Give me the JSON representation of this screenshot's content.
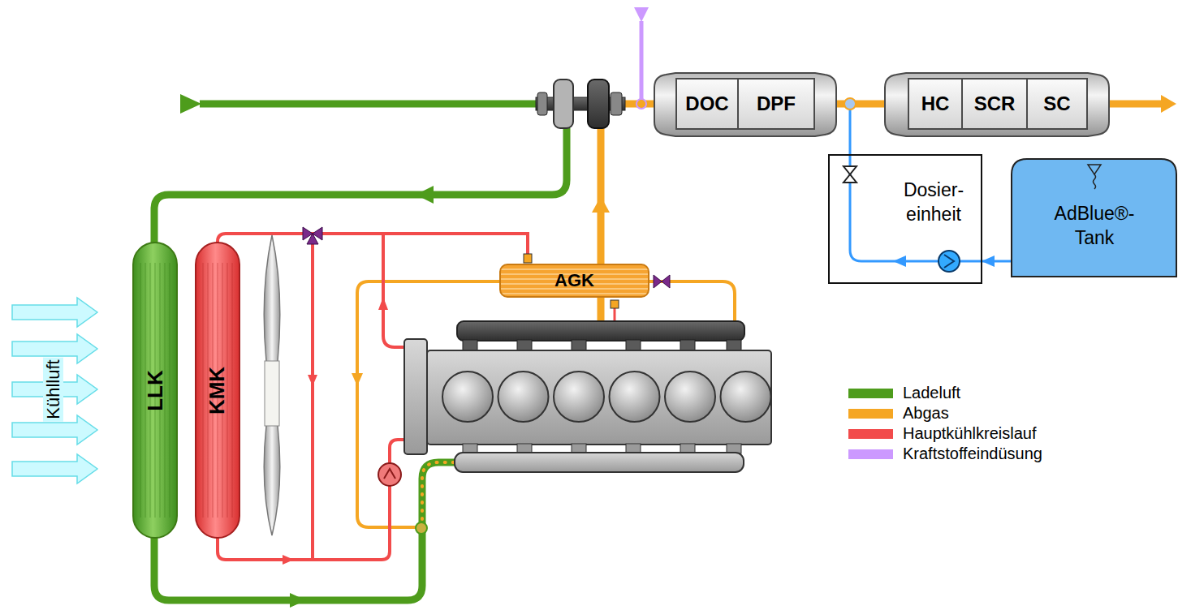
{
  "diagram": {
    "nodes": [
      {
        "text": [
          "DOC"
        ]
      },
      {
        "text": [
          "DPF"
        ]
      },
      {
        "text": [
          "HC"
        ]
      },
      {
        "text": [
          "SCR"
        ]
      },
      {
        "text": [
          "SC"
        ]
      },
      {
        "text": [
          "Dosier- einheit"
        ]
      },
      {
        "text": [
          "AdBlue®- Tank"
        ]
      },
      {
        "text": [
          "AGK"
        ]
      },
      {
        "text": [
          "LLK"
        ]
      },
      {
        "text": [
          "KMK"
        ]
      }
    ],
    "edges": [
      {
        "from": 1,
        "to": 2,
        "arrow": "none"
      },
      {
        "from": 6,
        "to": 5,
        "arrow": "to"
      }
    ],
    "labels": [
      "Kühlluft"
    ],
    "legend": [
      {
        "text": "Ladeluft",
        "color": "#4e9c1c"
      },
      {
        "text": "Abgas",
        "color": "#f5a623"
      },
      {
        "text": "Hauptkühlkreislauf",
        "color": "#f24b4b"
      },
      {
        "text": "Kraftstoffeindüsung",
        "color": "#cc99ff"
      }
    ]
  }
}
